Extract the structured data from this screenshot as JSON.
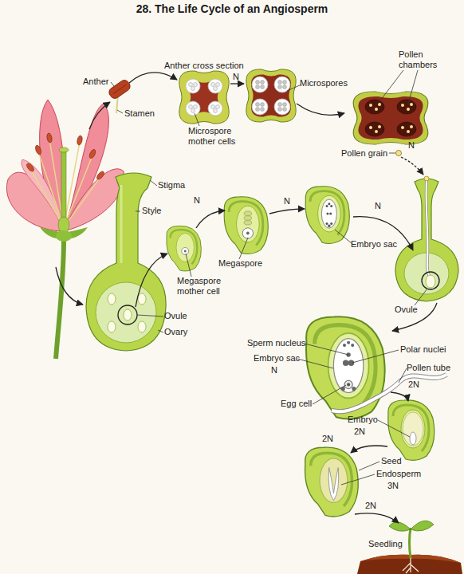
{
  "diagram": {
    "title": "28. The Life Cycle of an Angiosperm",
    "labels": [
      "Anther cross section",
      "Pollen chambers",
      "N",
      "Anther",
      "Microspores",
      "Stamen",
      "Microspore mother cells",
      "N",
      "Pollen grain",
      "Stigma",
      "N",
      "N",
      "N",
      "Style",
      "Embryo sac",
      "Megaspore",
      "Megaspore mother cell",
      "Ovule",
      "Ovule",
      "Ovary",
      "Sperm nucleus",
      "Polar nuclei",
      "Embryo sac",
      "N",
      "Pollen tube",
      "2N",
      "Egg cell",
      "Embryo",
      "2N",
      "2N",
      "Seed",
      "Endosperm",
      "3N",
      "2N",
      "Seedling"
    ]
  }
}
